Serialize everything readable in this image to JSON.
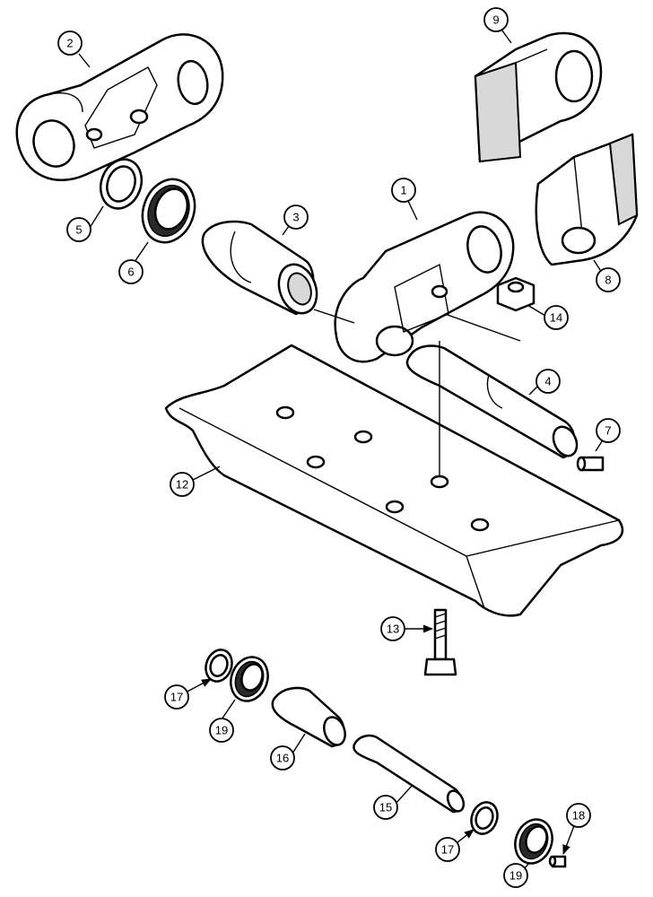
{
  "callouts": [
    {
      "id": "c1",
      "label": "1"
    },
    {
      "id": "c2",
      "label": "2"
    },
    {
      "id": "c3",
      "label": "3"
    },
    {
      "id": "c4",
      "label": "4"
    },
    {
      "id": "c5",
      "label": "5"
    },
    {
      "id": "c6",
      "label": "6"
    },
    {
      "id": "c7",
      "label": "7"
    },
    {
      "id": "c8",
      "label": "8"
    },
    {
      "id": "c9",
      "label": "9"
    },
    {
      "id": "c12",
      "label": "12"
    },
    {
      "id": "c13",
      "label": "13"
    },
    {
      "id": "c14",
      "label": "14"
    },
    {
      "id": "c15",
      "label": "15"
    },
    {
      "id": "c16",
      "label": "16"
    },
    {
      "id": "c17a",
      "label": "17"
    },
    {
      "id": "c17b",
      "label": "17"
    },
    {
      "id": "c18",
      "label": "18"
    },
    {
      "id": "c19a",
      "label": "19"
    },
    {
      "id": "c19b",
      "label": "19"
    }
  ]
}
